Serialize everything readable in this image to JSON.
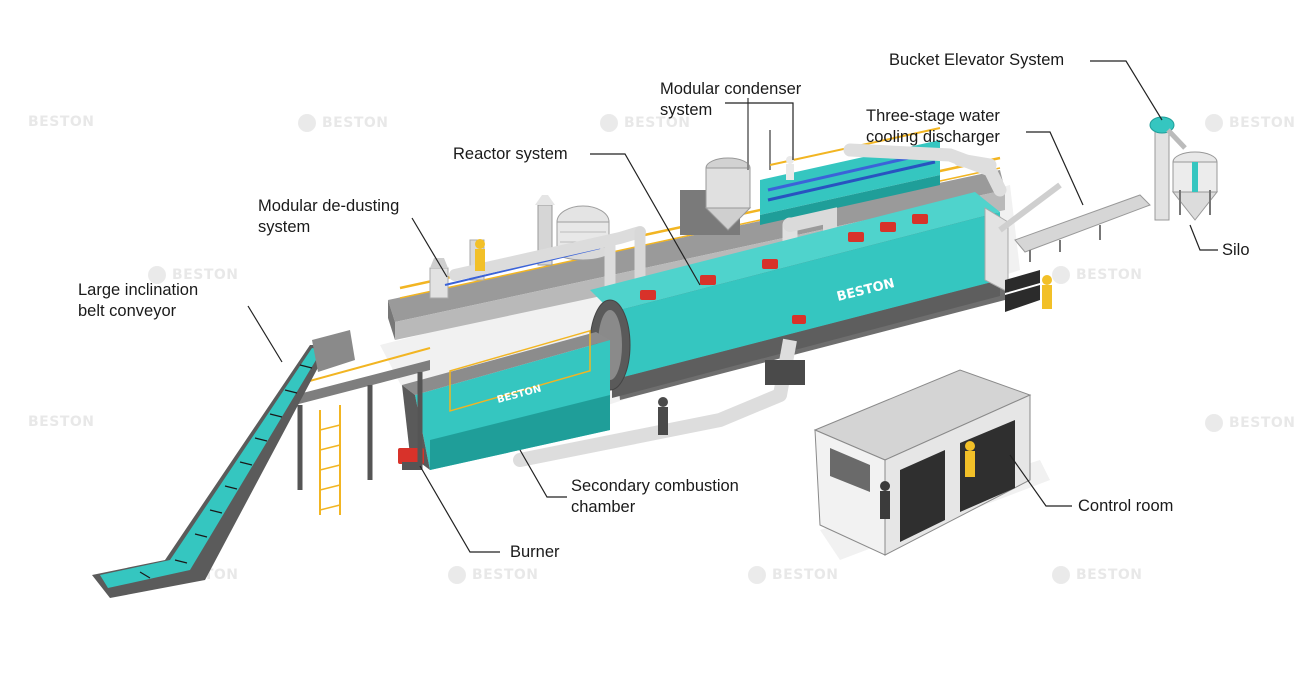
{
  "labels": {
    "bucket_elevator": "Bucket Elevator System",
    "modular_condenser": "Modular condenser\nsystem",
    "three_stage": "Three-stage water\ncooling discharger",
    "reactor": "Reactor system",
    "de_dusting": "Modular de-dusting\nsystem",
    "silo": "Silo",
    "belt_conveyor": "Large inclination\nbelt conveyor",
    "secondary_combustion": "Secondary combustion\nchamber",
    "control_room": "Control room",
    "burner": "Burner"
  },
  "watermark_text": "BESTON",
  "reactor_brand": "BESTON",
  "colors": {
    "teal": "#35c6c0",
    "teal_dark": "#1f9e99",
    "gray": "#6e6e6e",
    "gray_light": "#a8a8a8",
    "pipe": "#dedede",
    "red": "#d8322a",
    "yellow": "#f2b522",
    "leader": "#222222"
  }
}
